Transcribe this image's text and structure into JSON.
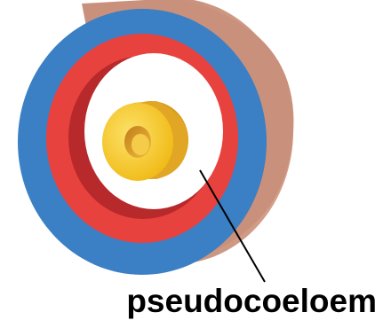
{
  "diagram": {
    "label": "pseudocoeloem",
    "structures": [
      {
        "name": "outer-ring",
        "color_face": "#3B7FC4",
        "color_side": "#C9917B"
      },
      {
        "name": "middle-ring",
        "color_face": "#E8423F",
        "color_side": "#B22A2C"
      },
      {
        "name": "cavity",
        "color": "#FFFFFF"
      },
      {
        "name": "inner-tube",
        "color_face": "#F2C418",
        "color_side": "#D99A1E"
      }
    ]
  }
}
